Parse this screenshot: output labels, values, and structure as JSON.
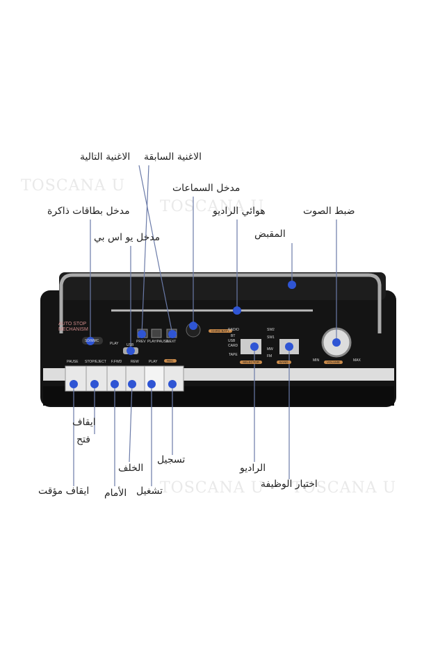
{
  "watermark": "TOSCANA U",
  "labels": {
    "prev_song": "الاغنية السابقة",
    "next_song": "الاغنية التالية",
    "headphone": "مدخل السماعات",
    "memory_card": "مدخل بطاقات ذاكرة",
    "antenna": "هوائي الراديو",
    "volume": "ضبط الصوت",
    "handle": "المقبض",
    "usb": "مدخل يو اس بي",
    "stop": "ايقاف",
    "eject": "فتح",
    "record": "تسجيل",
    "rewind": "الخلف",
    "radio": "الراديو",
    "forward": "الأمام",
    "play": "تشغيل",
    "pause": "ايقاف مؤقت",
    "function": "اختيار الوظيفة"
  },
  "device": {
    "auto_stop": "AUTO STOP",
    "mechanism": "MECHANISM",
    "sd": "SD/MMC",
    "play_led": "PLAY",
    "usb": "USB",
    "prev": "PREV",
    "playpause": "PLAY/PAUSE",
    "next": "NEXT",
    "chrg": "CHRG BATT",
    "modes": [
      "RADIO",
      "BT",
      "USB",
      "CARD",
      "TAPE"
    ],
    "bands": [
      "SW2",
      "SW1",
      "MW",
      "FM"
    ],
    "selector": "SELECTOR",
    "band": "BAND",
    "min": "MIN",
    "max": "MAX",
    "volume": "VOLUME",
    "keys": [
      "PAUSE",
      "STOP/EJECT",
      "F.FWD",
      "REW",
      "PLAY",
      "REC"
    ]
  },
  "colors": {
    "dot": "#2f55d4",
    "line": "#6a7aa8"
  }
}
